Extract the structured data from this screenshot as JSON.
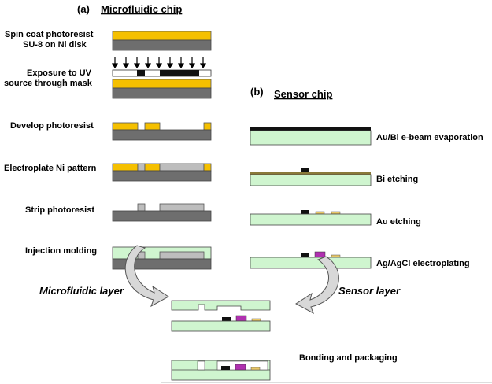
{
  "panel_a": {
    "letter": "(a)",
    "title": "Microfluidic chip",
    "steps": {
      "spin_coat_1": "Spin coat photoresist",
      "spin_coat_2": "SU-8 on Ni disk",
      "exposure_1": "Exposure to UV",
      "exposure_2": "source through mask",
      "develop": "Develop photoresist",
      "electroplate": "Electroplate Ni pattern",
      "strip": "Strip photoresist",
      "injection": "Injection molding"
    },
    "layer_label": "Microfluidic layer"
  },
  "panel_b": {
    "letter": "(b)",
    "title": "Sensor chip",
    "steps": {
      "evaporation": "Au/Bi e-beam evaporation",
      "bi_etching": "Bi etching",
      "au_etching": "Au etching",
      "electroplating": "Ag/AgCl electroplating"
    },
    "layer_label": "Sensor layer"
  },
  "final_step": "Bonding and packaging",
  "colors": {
    "photoresist": "#f5c000",
    "nickel": "#6e6e6e",
    "nickel_pattern": "#bdbdbd",
    "plastic": "#cff5cf",
    "bismuth": "#111111",
    "gold": "#e8c766",
    "agagcl": "#b030b0",
    "brown_film": "#8a7a3a",
    "arrow_fill": "#d8d8d8"
  },
  "icons": {
    "uv_arrows": "down-arrow-icon",
    "transfer_arrows": "curved-arrow-icon"
  }
}
